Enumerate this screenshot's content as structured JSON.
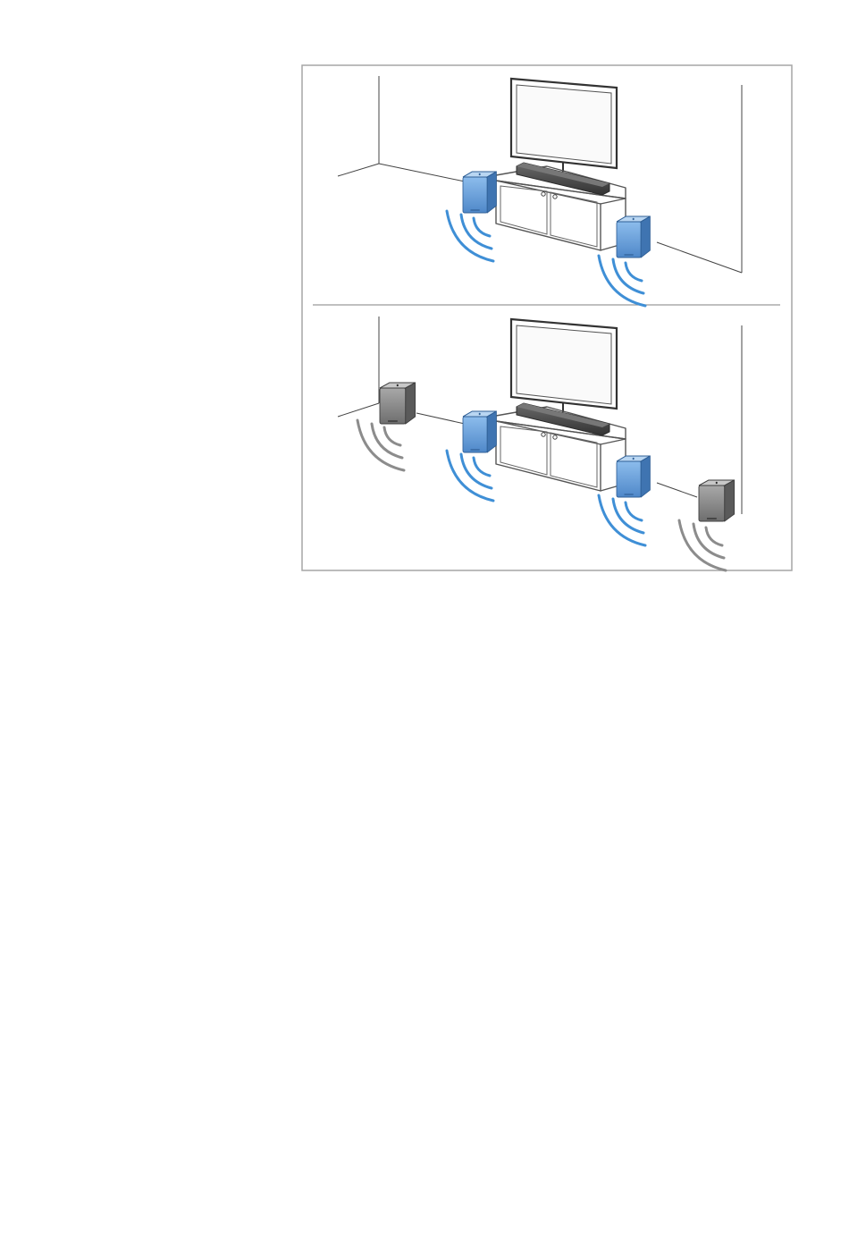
{
  "figure": {
    "panels": [
      {
        "name": "two-speaker-setup",
        "speakers": [
          {
            "kind": "front",
            "color": "blue"
          },
          {
            "kind": "front",
            "color": "blue"
          }
        ]
      },
      {
        "name": "four-speaker-setup",
        "speakers": [
          {
            "kind": "front",
            "color": "blue"
          },
          {
            "kind": "front",
            "color": "blue"
          },
          {
            "kind": "rear",
            "color": "gray"
          },
          {
            "kind": "rear",
            "color": "gray"
          }
        ]
      }
    ],
    "colors": {
      "frame": "#a6a6a6",
      "front_speaker": "#6fa3da",
      "front_speaker_dark": "#4a82c0",
      "front_waves": "#3f8fd6",
      "rear_speaker": "#8a8a8a",
      "rear_speaker_dark": "#5f5f5f",
      "rear_waves": "#8c8c8c",
      "soundbar": "#4a4a4a",
      "lines": "#555555"
    },
    "icons": [
      "tv-icon",
      "soundbar-icon",
      "speaker-icon",
      "sound-wave-icon",
      "tv-cabinet-icon"
    ]
  }
}
